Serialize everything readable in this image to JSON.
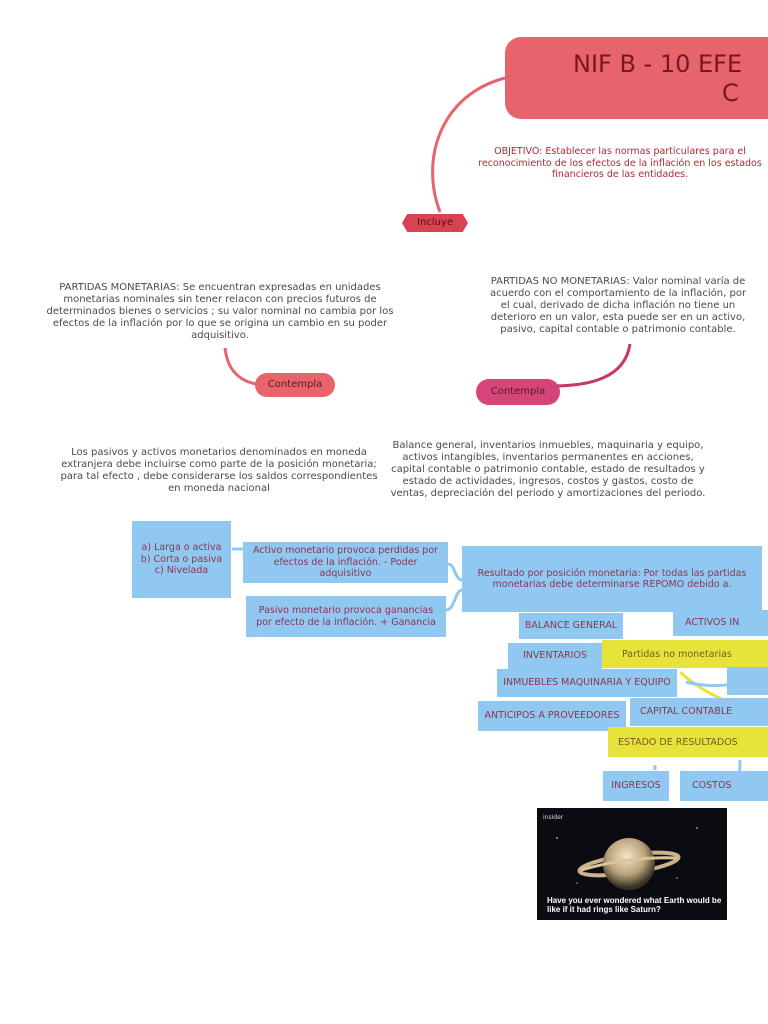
{
  "title": {
    "line1": "NIF B - 10 EFE",
    "line2": "C"
  },
  "objetivo": "OBJETIVO: Establecer las normas particulares para el reconocimiento de los efectos de la inflación en los estados financieros de las entidades.",
  "incluye_label": "Incluye",
  "partidas_monetarias": "PARTIDAS MONETARIAS: Se encuentran expresadas en unidades monetarias nominales sin tener relacon con precios futuros de determinados bienes o servicios ; su valor nominal no cambia por los efectos de la inflación por lo que se origina un cambio en su poder adquisitivo.",
  "partidas_no_monetarias": "PARTIDAS NO MONETARIAS: Valor nominal varía de acuerdo con el comportamiento de la inflación, por el cual, derivado de dicha inflación no tiene un deterioro en un valor, esta puede ser en un activo, pasivo, capital contable o patrimonio contable.",
  "contempla_left": "Contempla",
  "contempla_right": "Contempla",
  "pasivos_activos_text": "Los pasivos y activos monetarios denominados en moneda extranjera debe incluirse como parte de la posición monetaria; para tal efecto , debe considerarse los saldos correspondientes en moneda nacional",
  "balance_text": "Balance general, inventarios inmuebles, maquinaria y equipo, activos intangibles, inventarios permanentes en acciones, capital contable o patrimonio contable, estado de resultados y estado de actividades, ingresos, costos y gastos, costo de ventas, depreciación del periodo y amortizaciones del periodo.",
  "larga_corta": "a) Larga o activa b) Corta o pasiva c) Nivelada",
  "activo_monetario": "Activo monetario provoca perdidas por efectos de la inflación. - Poder adquisitivo",
  "pasivo_monetario": "Pasivo monetario provoca ganancias por efecto de la inflación. + Ganancia",
  "resultado_posicion": "Resultado por posición monetaria: Por todas las partidas monetarias debe determinarse REPOMO debido a.",
  "boxes": {
    "balance_general": "BALANCE GENERAL",
    "activos": "ACTIVOS IN",
    "inventarios": "INVENTARIOS",
    "partidas_no_monetarias": "Partidas no monetarias",
    "inmuebles": "INMUEBLES MAQUINARIA Y EQUIPO",
    "anticipos": "ANTICIPOS A PROVEEDORES",
    "capital_contable": "CAPITAL CONTABLE",
    "estado_resultados": "ESTADO DE RESULTADOS",
    "ingresos": "INGRESOS",
    "costos": "COSTOS"
  },
  "video_caption": "Have you ever wondered what Earth would be like if it had rings like Saturn?",
  "video_logo": "insider",
  "colors": {
    "title_bg": "#e8646d",
    "hex_bg": "#d9434f",
    "pill_left": "#e8646d",
    "pill_right": "#d6457a",
    "blue_box": "#91c8f2",
    "yellow_box": "#e6e43a",
    "connector": "#e8646d"
  }
}
